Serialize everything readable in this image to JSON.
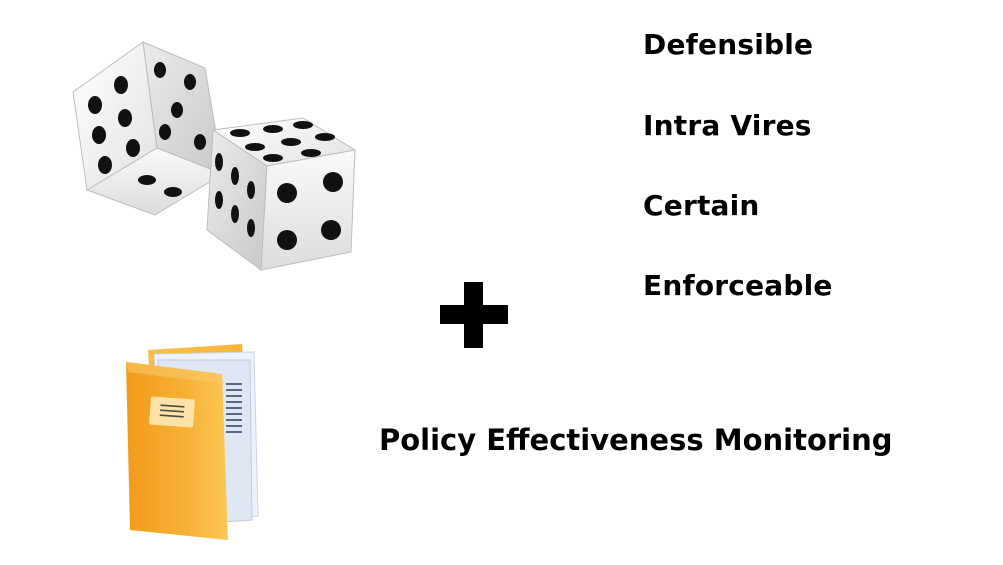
{
  "slide": {
    "terms": [
      "Defensible",
      "Intra Vires",
      "Certain",
      "Enforceable"
    ],
    "footer": "Policy Effectiveness Monitoring"
  },
  "icons": {
    "dice": "dice-icon",
    "plus": "plus-icon",
    "folder": "folder-icon"
  },
  "colors": {
    "folder_orange": "#f6a623",
    "folder_light": "#fbc04a",
    "dice_white": "#f4f4f4",
    "pip_black": "#111111"
  }
}
